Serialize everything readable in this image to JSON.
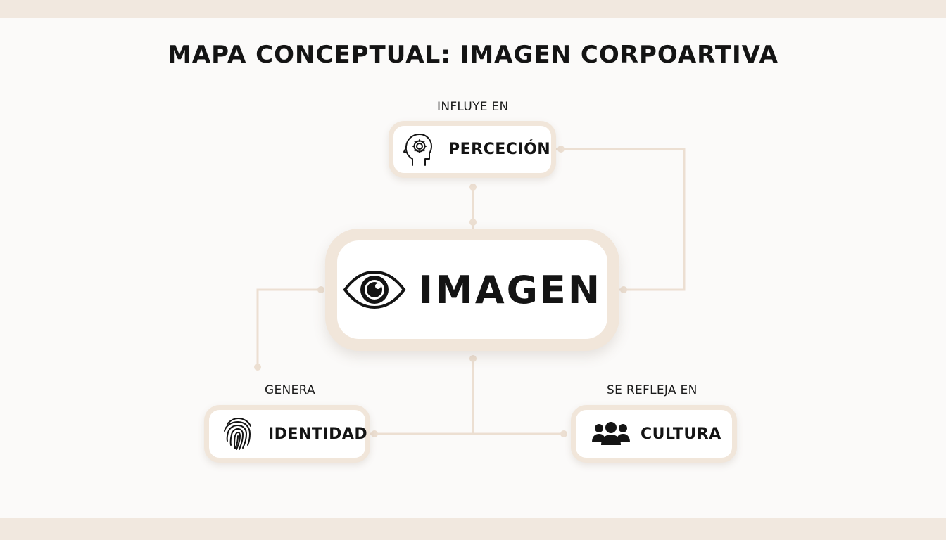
{
  "title": "MAPA CONCEPTUAL: IMAGEN CORPOARTIVA",
  "colors": {
    "band": "#f1e8df",
    "node_border": "#f1e6da",
    "connector": "#ecdfd2",
    "text": "#141414"
  },
  "nodes": {
    "central": {
      "label": "IMAGEN",
      "icon": "eye-icon"
    },
    "percepcion": {
      "label": "PERCECIÓN",
      "icon": "head-gear-icon"
    },
    "identidad": {
      "label": "IDENTIDAD",
      "icon": "fingerprint-icon"
    },
    "cultura": {
      "label": "CULTURA",
      "icon": "people-group-icon"
    }
  },
  "edges": [
    {
      "from": "central",
      "to": "percepcion",
      "label": "INFLUYE EN"
    },
    {
      "from": "central",
      "to": "identidad",
      "label": "GENERA"
    },
    {
      "from": "central",
      "to": "cultura",
      "label": "SE REFLEJA EN"
    }
  ]
}
